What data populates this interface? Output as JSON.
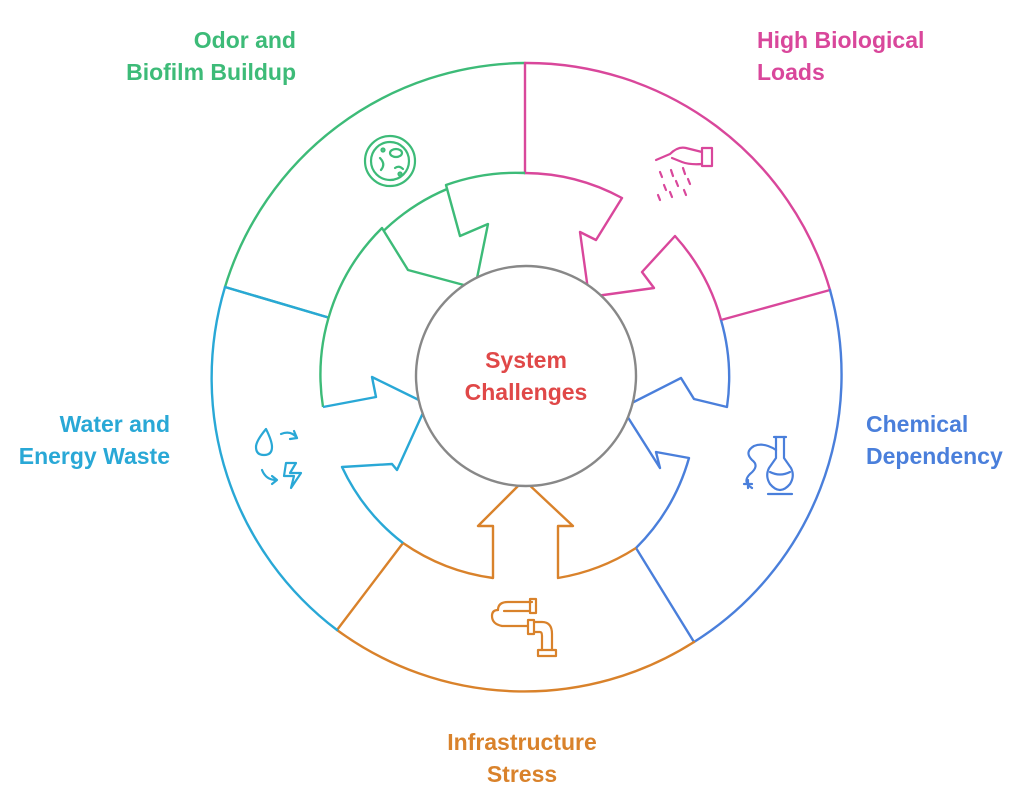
{
  "center": {
    "line1": "System",
    "line2": "Challenges"
  },
  "segments": [
    {
      "id": "odor",
      "line1": "Odor and",
      "line2": "Biofilm Buildup",
      "color": "#3dbb78",
      "icon": "petri-dish-icon"
    },
    {
      "id": "bio",
      "line1": "High Biological",
      "line2": "Loads",
      "color": "#d9479b",
      "icon": "hand-sprinkle-icon"
    },
    {
      "id": "chem",
      "line1": "Chemical",
      "line2": "Dependency",
      "color": "#4a7fdb",
      "icon": "chemical-flask-icon"
    },
    {
      "id": "infra",
      "line1": "Infrastructure",
      "line2": "Stress",
      "color": "#d9822b",
      "icon": "pipe-icon"
    },
    {
      "id": "water",
      "line1": "Water and",
      "line2": "Energy Waste",
      "color": "#29a8d6",
      "icon": "water-energy-recycle-icon"
    }
  ],
  "colors": {
    "center_text": "#e04848",
    "center_ring": "#888888"
  }
}
